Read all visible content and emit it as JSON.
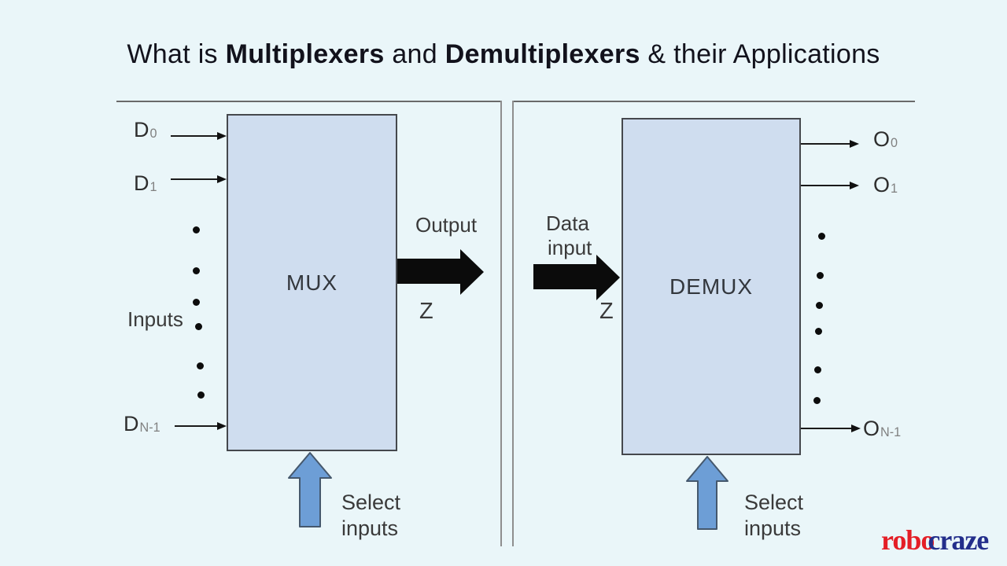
{
  "title": {
    "part1": "What is ",
    "bold1": "Multiplexers",
    "part2": " and ",
    "bold2": "Demultiplexers",
    "part3": " & their Applications"
  },
  "mux_panel": {
    "box_label": "MUX",
    "inputs": [
      {
        "base": "D",
        "sub": "0"
      },
      {
        "base": "D",
        "sub": "1"
      },
      {
        "base": "D",
        "sub": "N-1"
      }
    ],
    "inputs_caption": "Inputs",
    "output_caption": "Output",
    "output_signal": "Z",
    "select_line1": "Select",
    "select_line2": "inputs"
  },
  "demux_panel": {
    "box_label": "DEMUX",
    "data_input_line1": "Data",
    "data_input_line2": "input",
    "input_signal": "Z",
    "outputs": [
      {
        "base": "O",
        "sub": "0"
      },
      {
        "base": "O",
        "sub": "1"
      },
      {
        "base": "O",
        "sub": "N-1"
      }
    ],
    "select_line1": "Select",
    "select_line2": "inputs"
  },
  "logo": {
    "red_text": "robo",
    "blue_text": "craze"
  },
  "colors": {
    "background": "#eaf6f9",
    "chip_fill": "#cfddef",
    "chip_border": "#45484d",
    "blue_arrow_fill": "#6d9ed6",
    "blue_arrow_stroke": "#45586d",
    "black_arrow": "#0b0b0b",
    "frame_line": "#6a6a6a",
    "logo_red": "#e41e26",
    "logo_blue": "#232e8b"
  }
}
